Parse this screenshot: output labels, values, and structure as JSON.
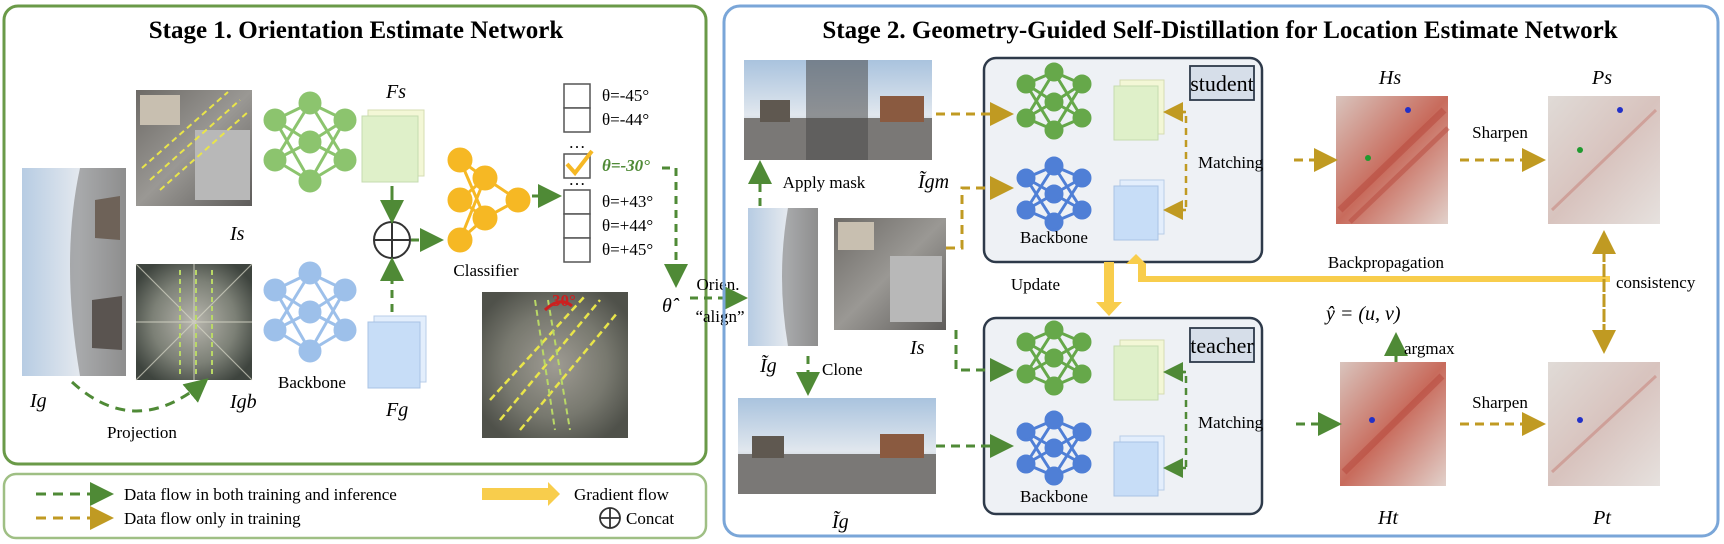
{
  "stage1": {
    "title": "Stage 1. Orientation Estimate Network",
    "labels": {
      "ig": "Ig",
      "is": "Is",
      "igb": "Igb",
      "fs": "Fs",
      "fg": "Fg",
      "projection": "Projection",
      "backbone": "Backbone",
      "classifier": "Classifier",
      "theta_hat": "θ̂",
      "orien": "Orien.",
      "align": "“align”",
      "thirty_badge": "30°"
    },
    "classes_top": [
      "θ=-45°",
      "θ=-44°"
    ],
    "ellipsis": "…",
    "selected_class": "θ=-30°",
    "classes_bottom": [
      "θ=+43°",
      "θ=+44°",
      "θ=+45°"
    ]
  },
  "stage2": {
    "title": "Stage 2. Geometry-Guided Self-Distillation for Location Estimate Network",
    "labels": {
      "apply_mask": "Apply mask",
      "igm": "Ĩgm",
      "ig_tilde": "Ĩg",
      "is": "Is",
      "clone": "Clone",
      "ig_tilde_bottom": "Ĩg",
      "student": "student",
      "teacher": "teacher",
      "backbone_top": "Backbone",
      "backbone_bottom": "Backbone",
      "matching_top": "Matching",
      "matching_bottom": "Matching",
      "update": "Update",
      "backpropagation": "Backpropagation",
      "consistency": "consistency",
      "argmax": "argmax",
      "yhat": "ŷ = (u, v)",
      "hs": "Hs",
      "ps": "Ps",
      "ht": "Ht",
      "pt": "Pt",
      "sharpen_top": "Sharpen",
      "sharpen_bottom": "Sharpen"
    }
  },
  "legend": {
    "green_flow": "Data flow in both training and inference",
    "gold_flow": "Data flow only in training",
    "gradient": "Gradient flow",
    "concat": "Concat"
  },
  "colors": {
    "stage1_border": "#6a9a48",
    "stage2_border": "#7aa6d8",
    "green_flow": "#4f8a36",
    "gold_flow": "#c09a22",
    "gradient": "#f8cd4c",
    "net_green": "#8cc46e",
    "net_green_dark": "#66a84a",
    "net_blue": "#4f7fd6",
    "net_blue_light": "#9dc0ea",
    "classifier": "#f6b824",
    "box_fill": "#eef1f5",
    "box_stroke": "#2e3a4a",
    "tag_fill": "#d6dee9"
  }
}
